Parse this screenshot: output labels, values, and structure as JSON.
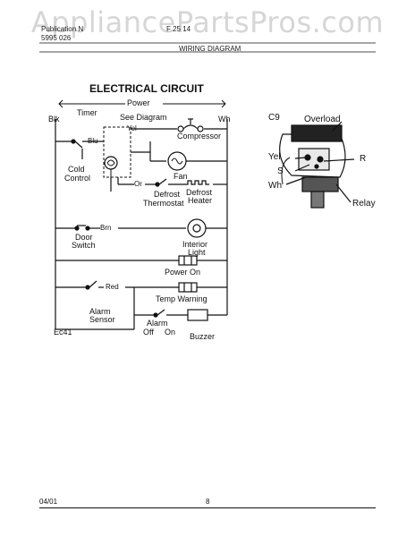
{
  "watermark": "AppliancePartsPros.com",
  "header": {
    "left_line1": "Publication N",
    "left_line2": "5995    026",
    "right_line1": "F    25   14",
    "section": "WIRING DIAGRAM"
  },
  "circuit": {
    "title": "ELECTRICAL CIRCUIT",
    "power": "Power",
    "timer": "Timer",
    "blk": "Blk",
    "wh": "Wh",
    "see_diagram": "See Diagram",
    "yel": "Yel",
    "compressor": "Compressor",
    "blu": "Blu",
    "fan": "Fan",
    "cold": "Cold",
    "control": "Control",
    "or": "Or",
    "defrost_thermostat_1": "Defrost",
    "defrost_thermostat_2": "Thermostat",
    "defrost_heater_1": "Defrost",
    "defrost_heater_2": "Heater",
    "brn": "Brn",
    "door": "Door",
    "switch": "Switch",
    "interior": "Interior",
    "light": "Light",
    "power_on": "Power On",
    "red": "Red",
    "temp_warning": "Temp Warning",
    "alarm_sensor_1": "Alarm",
    "alarm_sensor_2": "Sensor",
    "alarm": "Alarm",
    "off": "Off",
    "on": "On",
    "buzzer": "Buzzer",
    "code": "Ec41"
  },
  "compressor_detail": {
    "code": "C9",
    "overload": "Overload",
    "yel": "Yel",
    "r": "R",
    "s": "S",
    "wh": "Wh",
    "relay": "Relay"
  },
  "footer": {
    "date": "04/01",
    "page": "8"
  }
}
